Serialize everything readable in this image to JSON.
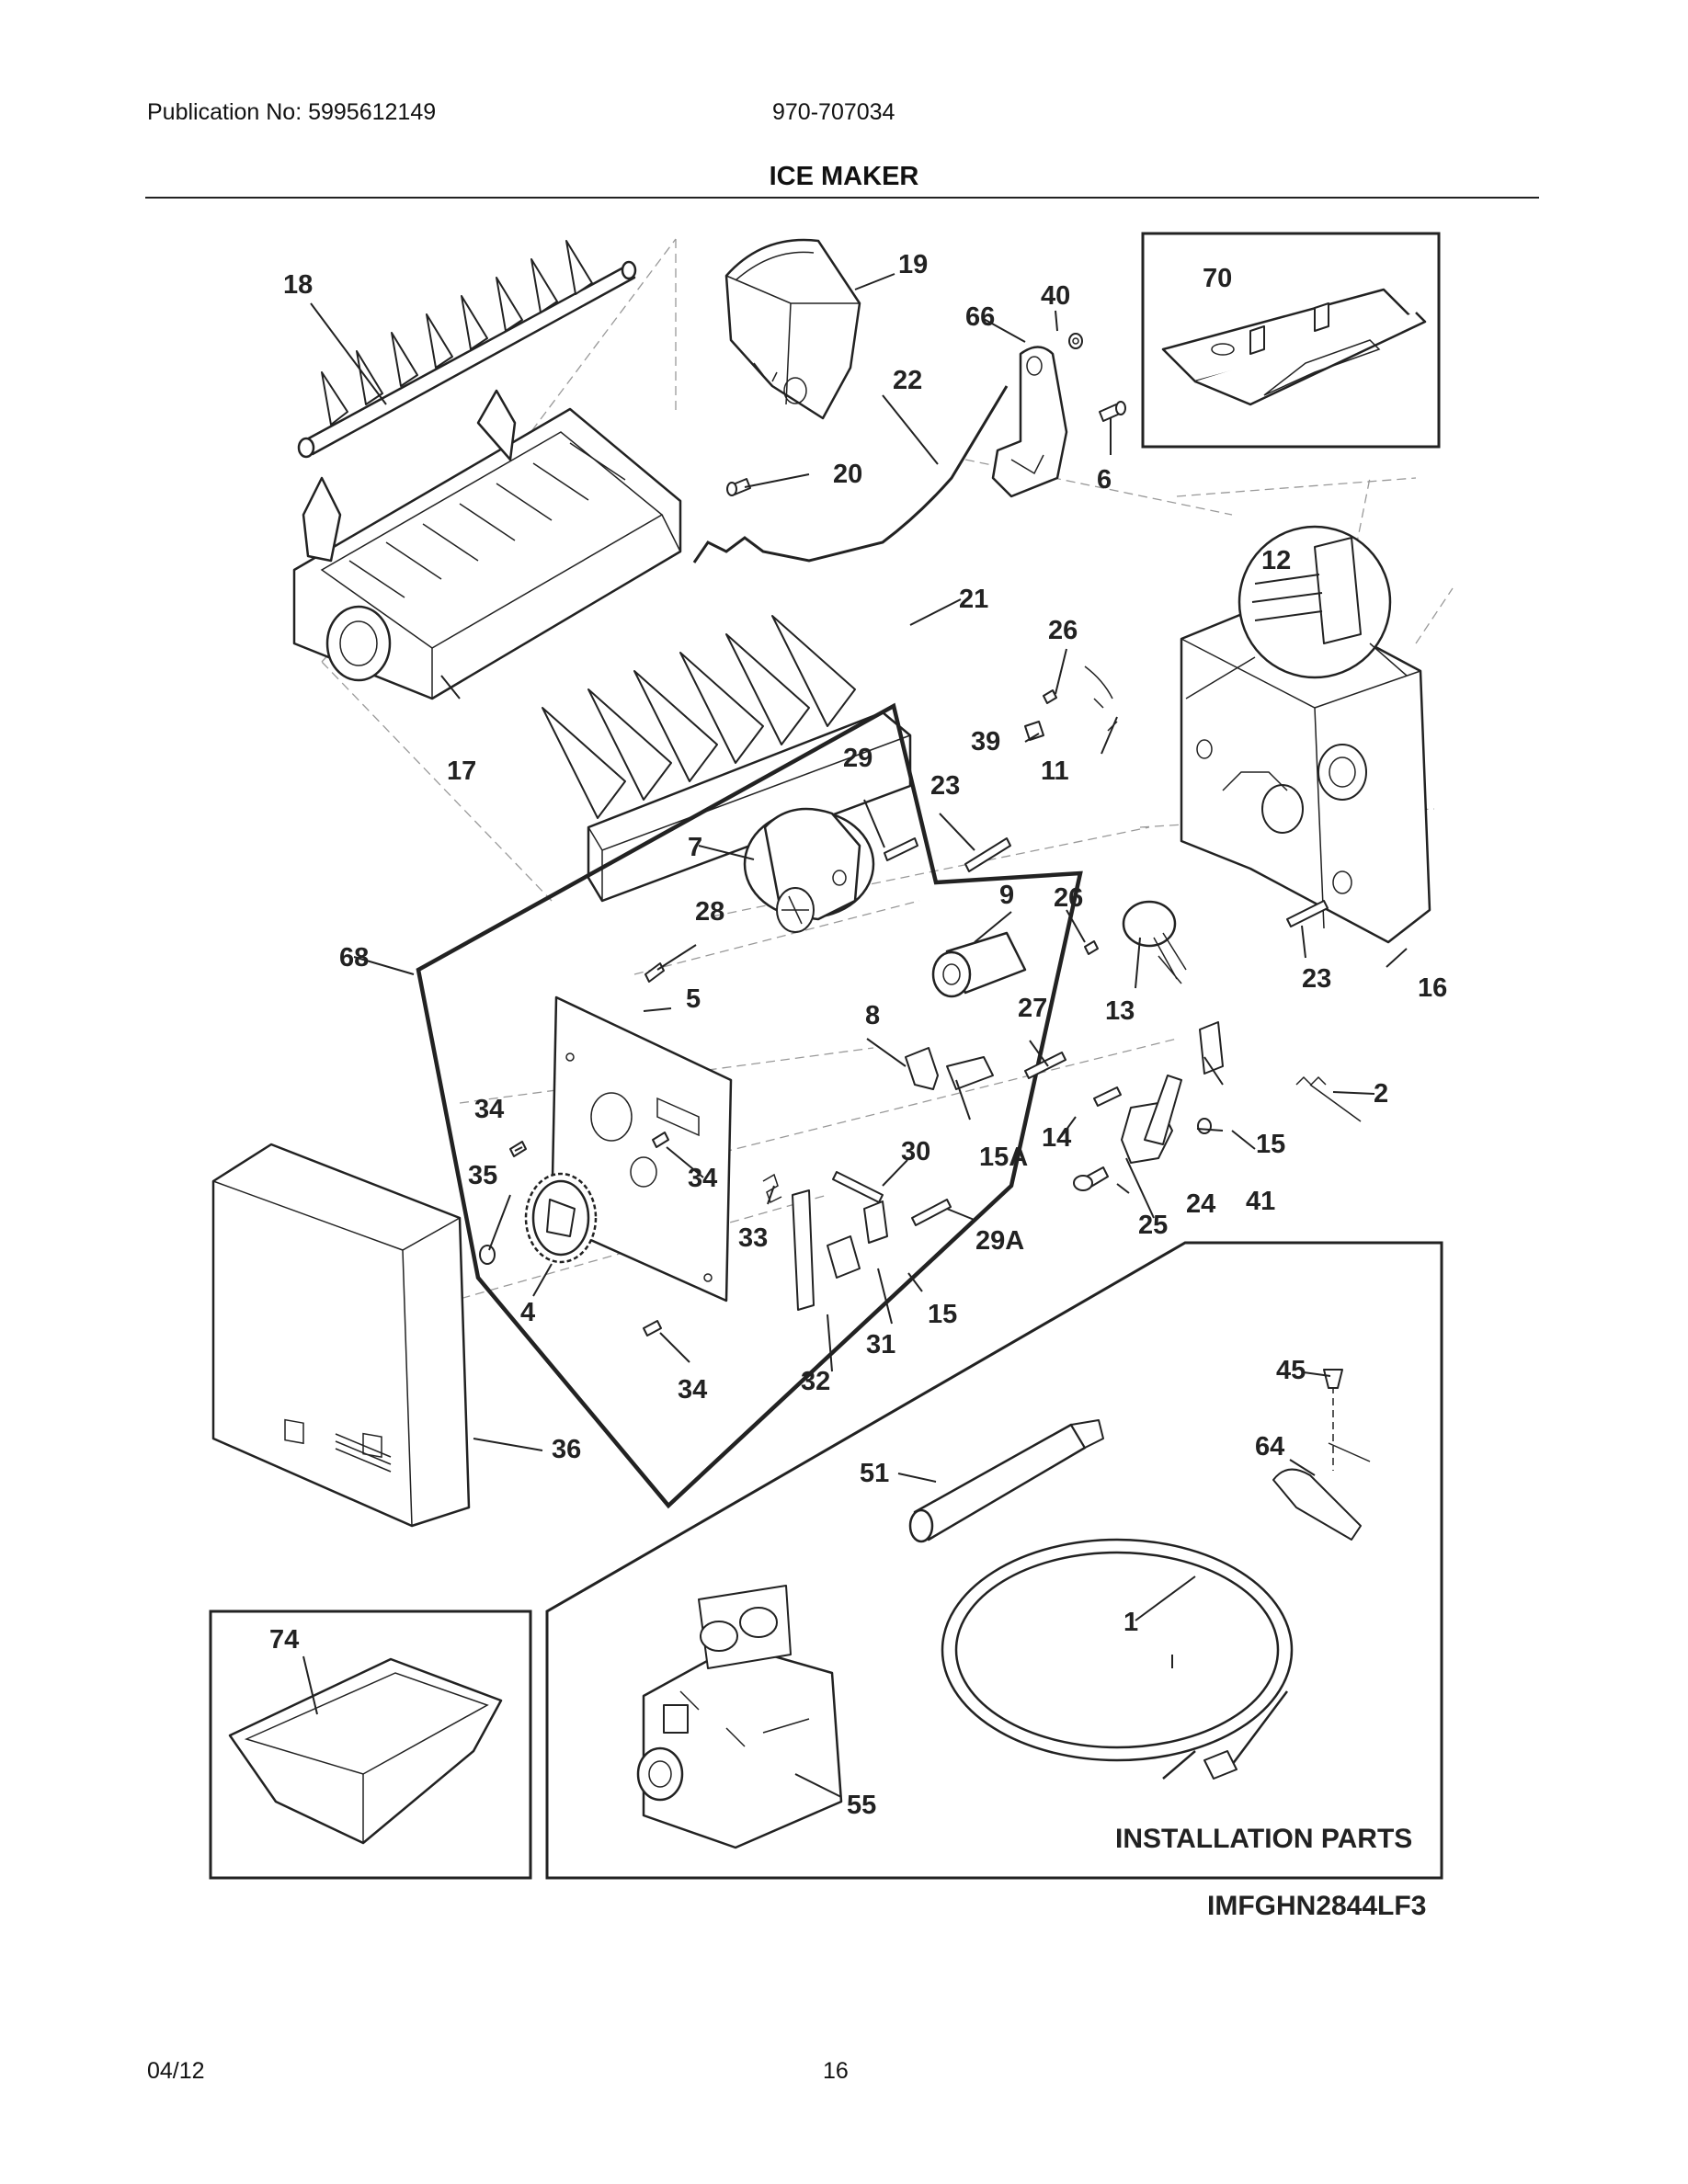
{
  "header": {
    "publication": "Publication No: 5995612149",
    "model_number": "970-707034",
    "title": "ICE MAKER"
  },
  "diagram": {
    "callouts": [
      "18",
      "19",
      "40",
      "66",
      "70",
      "22",
      "6",
      "20",
      "12",
      "21",
      "26",
      "17",
      "39",
      "11",
      "29",
      "23",
      "7",
      "9",
      "26",
      "28",
      "68",
      "5",
      "8",
      "27",
      "13",
      "23",
      "16",
      "34",
      "2",
      "14",
      "15A",
      "15",
      "30",
      "34",
      "35",
      "33",
      "29A",
      "25",
      "24",
      "41",
      "4",
      "15",
      "31",
      "34",
      "32",
      "45",
      "36",
      "51",
      "64",
      "1",
      "74",
      "55"
    ],
    "installation_label": "INSTALLATION PARTS",
    "diagram_code": "IMFGHN2844LF3"
  },
  "footer": {
    "date": "04/12",
    "page": "16"
  }
}
